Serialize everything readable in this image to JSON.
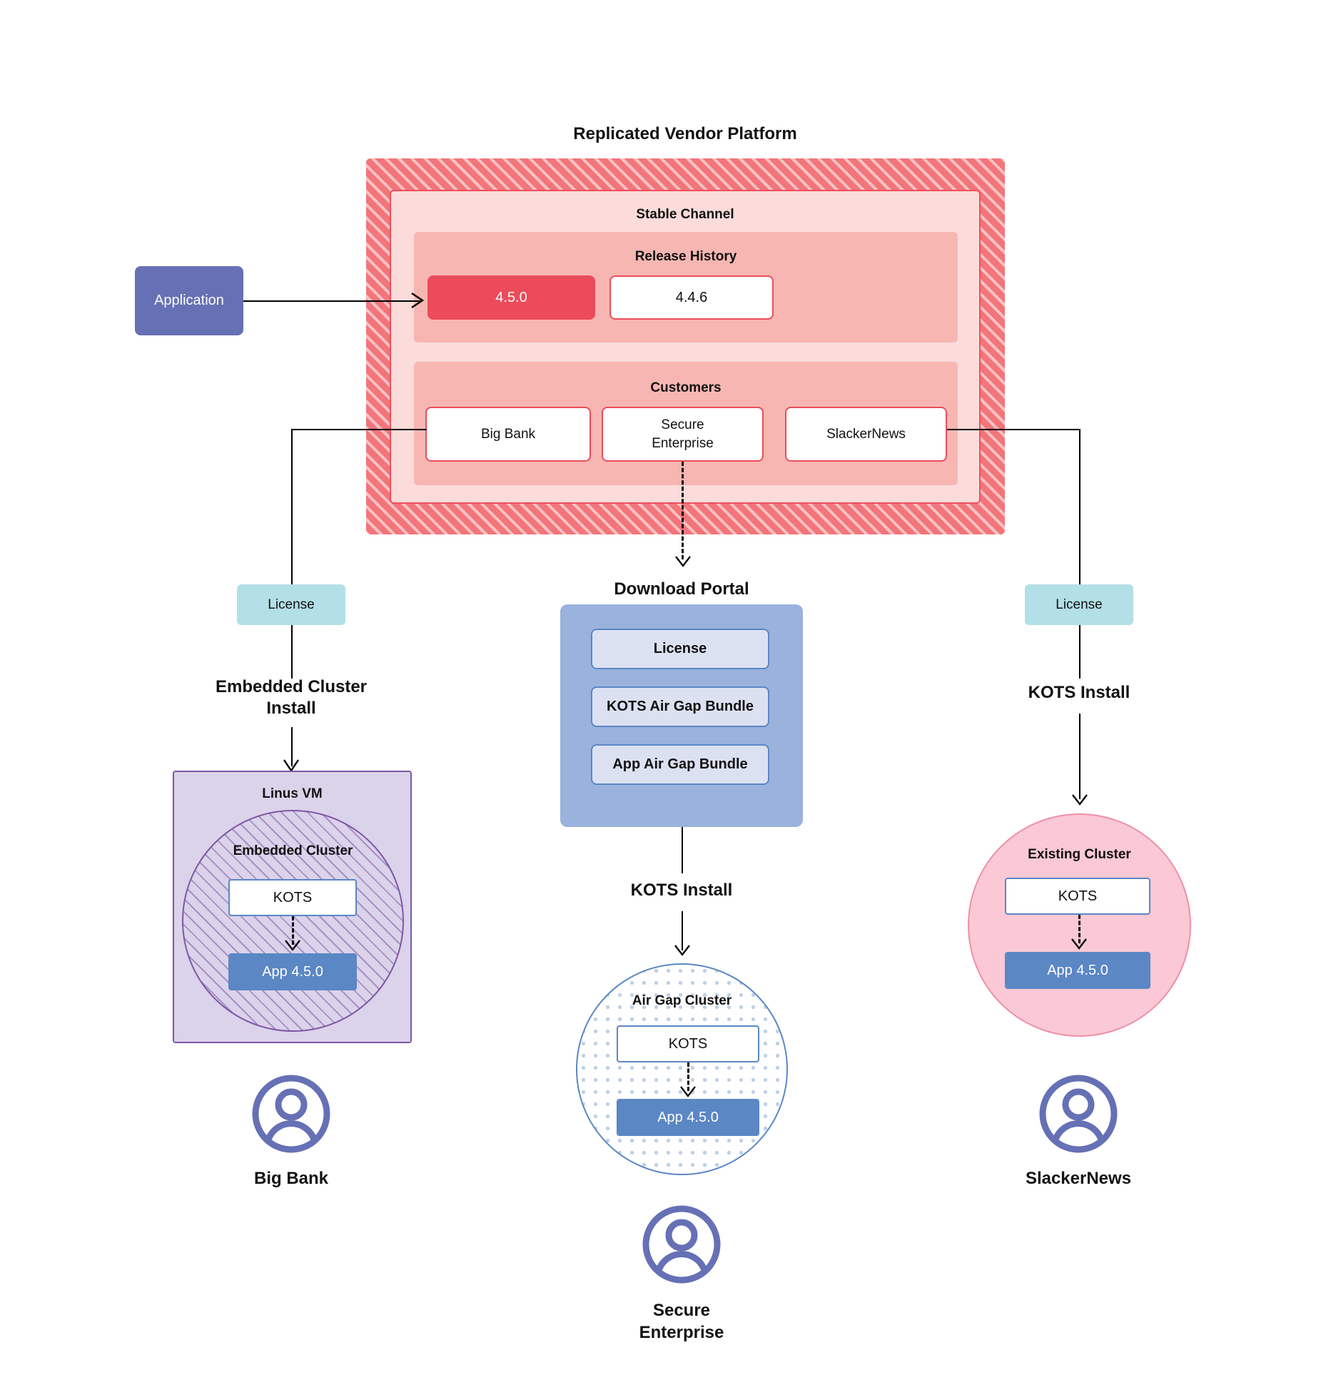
{
  "platform": {
    "title": "Replicated Vendor Platform",
    "channel_label": "Stable Channel",
    "release_history": {
      "label": "Release History",
      "releases": [
        {
          "version": "4.5.0",
          "state": "current"
        },
        {
          "version": "4.4.6",
          "state": "previous"
        }
      ]
    },
    "customers": {
      "label": "Customers",
      "items": [
        {
          "name": "Big Bank"
        },
        {
          "name": "Secure\nEnterprise",
          "line1": "Secure",
          "line2": "Enterprise"
        },
        {
          "name": "SlackerNews"
        }
      ]
    }
  },
  "application": {
    "label": "Application"
  },
  "left_flow": {
    "license_label": "License",
    "install_label_line1": "Embedded Cluster",
    "install_label_line2": "Install",
    "vm_title": "Linus VM",
    "cluster_title": "Embedded Cluster",
    "kots_label": "KOTS",
    "app_label": "App 4.5.0",
    "user_label": "Big Bank"
  },
  "center_flow": {
    "portal_title": "Download  Portal",
    "portal_items": [
      {
        "label": "License"
      },
      {
        "label": "KOTS Air Gap Bundle"
      },
      {
        "label": "App Air Gap Bundle"
      }
    ],
    "install_label": "KOTS Install",
    "cluster_title": "Air Gap Cluster",
    "kots_label": "KOTS",
    "app_label": "App 4.5.0",
    "user_label_line1": "Secure",
    "user_label_line2": "Enterprise"
  },
  "right_flow": {
    "license_label": "License",
    "install_label": "KOTS Install",
    "cluster_title": "Existing Cluster",
    "kots_label": "KOTS",
    "app_label": "App 4.5.0",
    "user_label": "SlackerNews"
  },
  "colors": {
    "platform_hatch": "#F2757A",
    "channel_bg": "#FBDCDA",
    "band_bg": "#F7B6B2",
    "release_accent": "#EC4B5A",
    "app_blue": "#6670B5",
    "license_cyan": "#B3DFE6",
    "portal_blue": "#9AB2DC",
    "portal_item": "#DCE1F2",
    "vm_purple": "#DBD3EA",
    "vm_border": "#7E57A8",
    "existing_pink": "#FAC9D5",
    "existing_border": "#EE8FA8",
    "kots_border": "#5B87C5",
    "app_version_blue": "#5B87C5"
  },
  "icons": {
    "user": "user-avatar-icon",
    "arrow": "arrow-head"
  }
}
